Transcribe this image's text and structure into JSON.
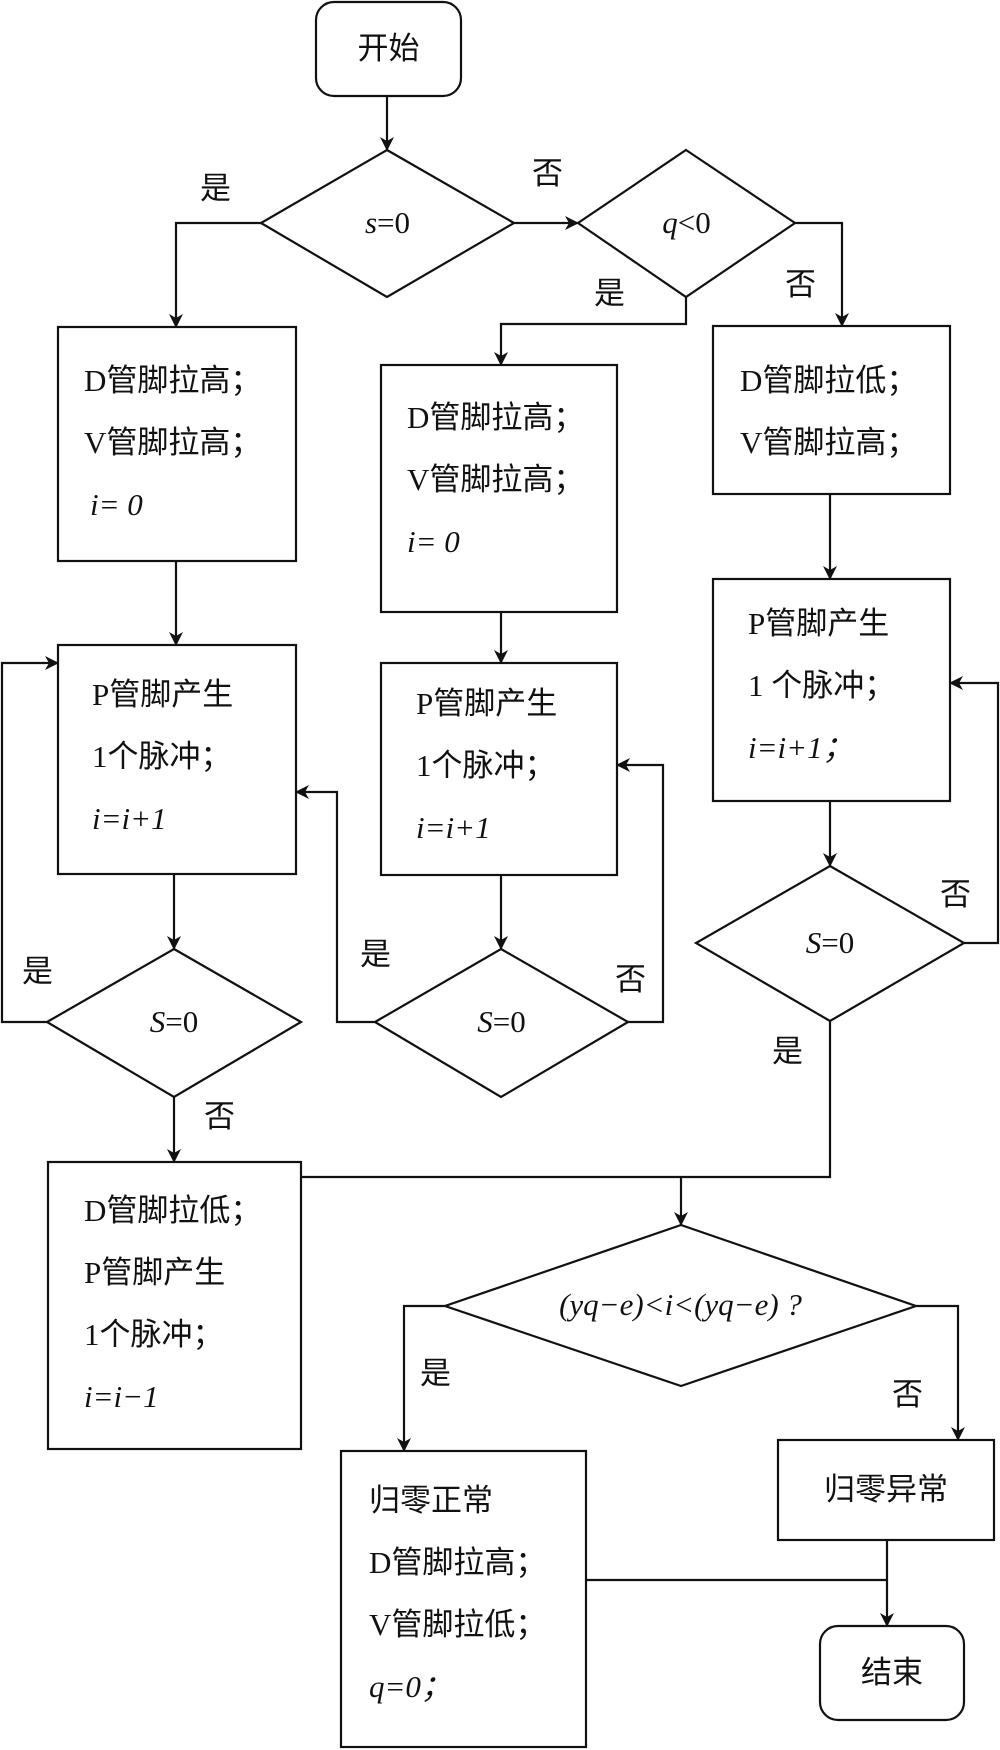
{
  "diagram": {
    "type": "flowchart",
    "nodes": {
      "start": "开始",
      "decision_s": {
        "var": "s",
        "rest": "=0"
      },
      "decision_q": {
        "var": "q",
        "rest": "<0"
      },
      "box_left_init": [
        "D管脚拉高；",
        "V管脚拉高；",
        "i= 0"
      ],
      "box_mid_init": [
        "D管脚拉高；",
        "V管脚拉高；",
        "i= 0"
      ],
      "box_right_init": [
        "D管脚拉低；",
        "V管脚拉高；"
      ],
      "box_left_pulse": [
        "P管脚产生",
        "1个脉冲；",
        "i=i+1"
      ],
      "box_mid_pulse": [
        "P管脚产生",
        "1个脉冲；",
        "i=i+1"
      ],
      "box_right_pulse": [
        "P管脚产生",
        "1 个脉冲；",
        "i=i+1；"
      ],
      "decision_left_S": {
        "var": "S",
        "rest": "=0"
      },
      "decision_mid_S": {
        "var": "S",
        "rest": "=0"
      },
      "decision_right_S": {
        "var": "S",
        "rest": "=0"
      },
      "box_bottom_left": [
        "D管脚拉低；",
        "P管脚产生",
        "1个脉冲；",
        "i=i−1"
      ],
      "decision_range": "(yq−e)<i<(yq−e) ?",
      "box_normal": [
        "归零正常",
        "D管脚拉高；",
        "V管脚拉低；",
        "q=0；"
      ],
      "box_abnormal": "归零异常",
      "end": "结束"
    },
    "edge_labels": {
      "yes": "是",
      "no": "否"
    }
  }
}
